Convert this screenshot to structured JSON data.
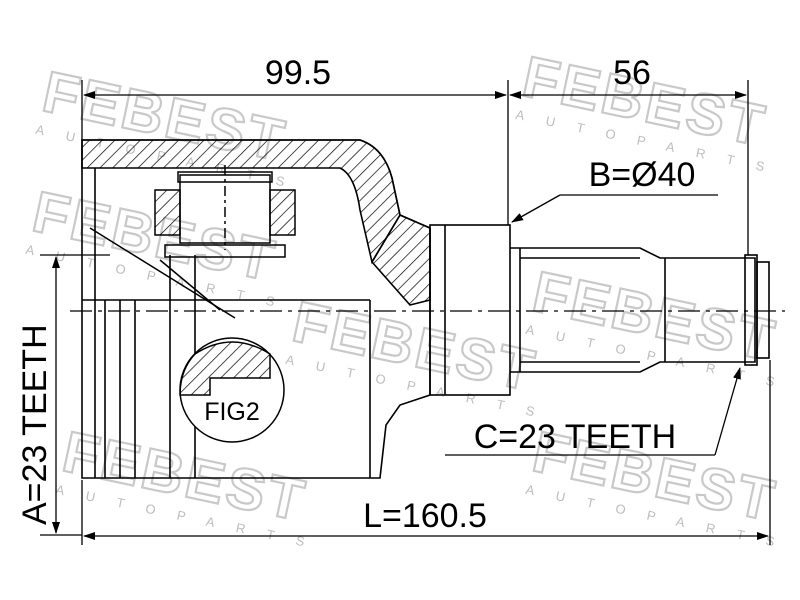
{
  "labels": {
    "left_length": "99.5",
    "right_length": "56",
    "diameter": "B=Ø40",
    "inner_teeth": "A=23 TEETH",
    "outer_teeth": "C=23 TEETH",
    "total_length": "L=160.5",
    "detail_ref": "FIG2"
  },
  "watermark": {
    "brand": "FEBEST",
    "tagline": "AUTOPARTS"
  },
  "colors": {
    "line": "#000000",
    "watermark": "#c9c9c9",
    "background": "#ffffff"
  }
}
